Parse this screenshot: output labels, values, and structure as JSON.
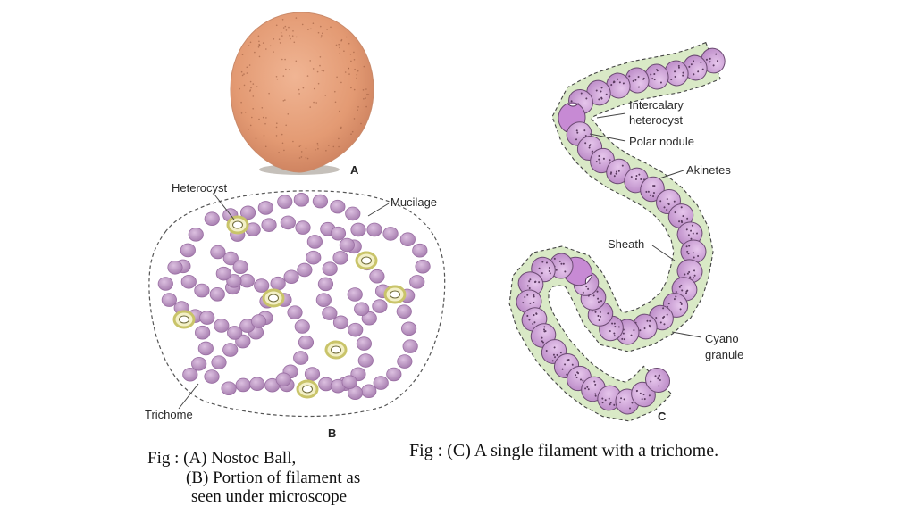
{
  "panel_a": {
    "letter": "A"
  },
  "panel_b": {
    "letter": "B",
    "labels": {
      "heterocyst": "Heterocyst",
      "mucilage": "Mucilage",
      "trichome": "Trichome"
    }
  },
  "panel_c": {
    "letter": "C",
    "labels": {
      "intercalary_1": "Intercalary",
      "intercalary_2": "heterocyst",
      "polar_nodule": "Polar nodule",
      "akinetes": "Akinetes",
      "sheath": "Sheath",
      "cyano_1": "Cyano",
      "cyano_2": "granule"
    }
  },
  "captions": {
    "ab_line1": "Fig : (A) Nostoc Ball,",
    "ab_line2": "(B) Portion of filament as",
    "ab_line3": "seen under microscope",
    "c_line": "Fig : (C) A single filament with a trichome."
  },
  "colors": {
    "ball": "#e7a07a",
    "cell": "#c29bc9",
    "cell_dark": "#9a6fa3",
    "heterocyst_ring": "#c9c46a",
    "filament_cell": "#d2a6dc",
    "sheath_green": "#cfe2b8"
  }
}
